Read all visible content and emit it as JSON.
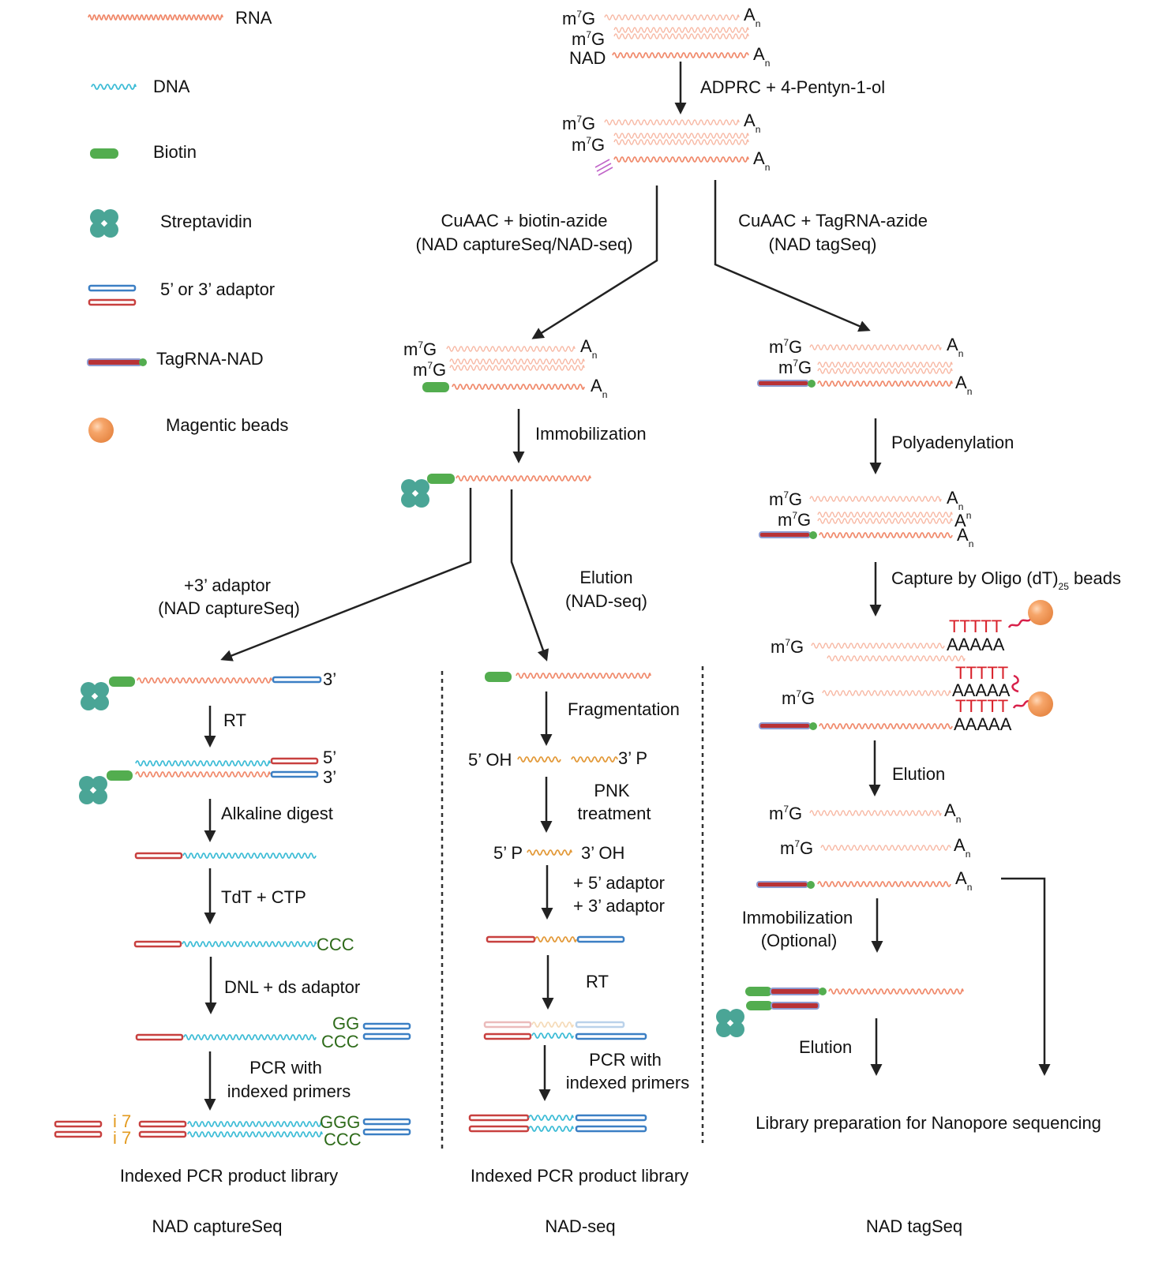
{
  "colors": {
    "rna": "#f08a6c",
    "rna_faint": "#f7b8a4",
    "dna": "#3dbcd6",
    "fragment": "#e39a3a",
    "biotin": "#53ad4f",
    "streptavidin": "#4aa596",
    "adaptor_blue": "#3b7fc4",
    "adaptor_red": "#c8403f",
    "tag_red": "#b83236",
    "tag_outline": "#8e9bd0",
    "bead": "#f6a569",
    "polyT": "#d8212a",
    "green_text": "#2e6b1a",
    "index_orange": "#e39a1f",
    "arrow": "#222222",
    "alkyne": "#c064c8"
  },
  "legend": [
    {
      "icon": "rna-wave-icon",
      "label": "RNA"
    },
    {
      "icon": "dna-wave-icon",
      "label": "DNA"
    },
    {
      "icon": "biotin-icon",
      "label": "Biotin"
    },
    {
      "icon": "streptavidin-icon",
      "label": "Streptavidin"
    },
    {
      "icon": "adaptor-icon",
      "label": "5’ or 3’ adaptor"
    },
    {
      "icon": "tagrna-nad-icon",
      "label": "TagRNA-NAD"
    },
    {
      "icon": "magnetic-bead-icon",
      "label": "Magentic beads"
    }
  ],
  "labels": {
    "m7G": "m",
    "m7G_sup": "7",
    "G": "G",
    "NAD": "NAD",
    "A": "A",
    "n": "n",
    "three_prime": "3’",
    "five_prime": "5’",
    "CCC": "CCC",
    "GG": "GG",
    "GGG": "GGG",
    "i7": "i 7",
    "TTTTT": "TTTTT",
    "AAAAA": "AAAAA",
    "five_OH": "5’ OH",
    "three_P": "3’ P",
    "five_P": "5’ P",
    "three_OH": "3’ OH"
  },
  "steps": {
    "adprc": "ADPRC + 4-Pentyn-1-ol",
    "cuaac_biotin_1": "CuAAC + biotin-azide",
    "cuaac_biotin_2": "(NAD captureSeq/NAD-seq)",
    "cuaac_tag_1": "CuAAC + TagRNA-azide",
    "cuaac_tag_2": "(NAD tagSeq)",
    "immobilization": "Immobilization",
    "adaptor3_1": "+3’ adaptor",
    "adaptor3_2": "(NAD captureSeq)",
    "elution_nadseq_1": "Elution",
    "elution_nadseq_2": "(NAD-seq)",
    "rt": "RT",
    "alkaline": "Alkaline digest",
    "tdt": "TdT + CTP",
    "dnl": "DNL + ds adaptor",
    "pcr_1": "PCR with",
    "pcr_2": "indexed primers",
    "fragmentation": "Fragmentation",
    "pnk_1": "PNK",
    "pnk_2": "treatment",
    "add5": "+ 5’ adaptor",
    "add3": "+ 3’ adaptor",
    "polyadenylation": "Polyadenylation",
    "capture_1": "Capture by Oligo (dT)",
    "capture_sub": "25",
    "capture_2": " beads",
    "elution": "Elution",
    "immob_opt_1": "Immobilization",
    "immob_opt_2": "(Optional)",
    "elution2": "Elution"
  },
  "outputs": {
    "capture_lib": "Indexed PCR product library",
    "nadseq_lib": "Indexed PCR product library",
    "nanopore": "Library preparation for Nanopore sequencing"
  },
  "methods": [
    "NAD captureSeq",
    "NAD-seq",
    "NAD tagSeq"
  ]
}
